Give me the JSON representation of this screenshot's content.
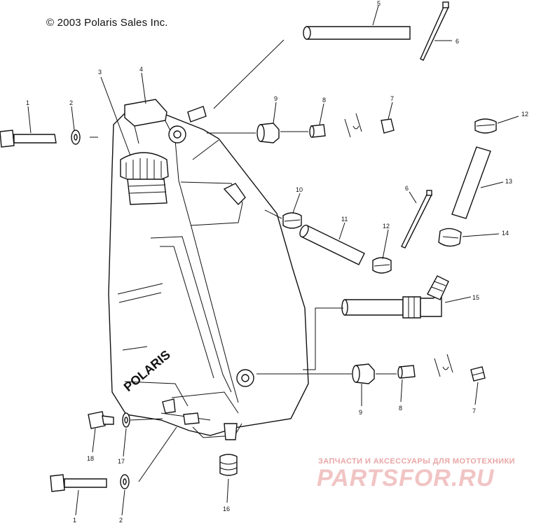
{
  "diagram": {
    "copyright": "© 2003 Polaris Sales Inc.",
    "tank_brand": "POLARIS",
    "callouts": {
      "c1a": "1",
      "c1b": "1",
      "c2a": "2",
      "c2b": "2",
      "c3": "3",
      "c4": "4",
      "c5": "5",
      "c6a": "6",
      "c6b": "6",
      "c7a": "7",
      "c7b": "7",
      "c8a": "8",
      "c8b": "8",
      "c9a": "9",
      "c9b": "9",
      "c10": "10",
      "c11": "11",
      "c12a": "12",
      "c12b": "12",
      "c13": "13",
      "c14": "14",
      "c15": "15",
      "c16": "16",
      "c17": "17",
      "c18": "18"
    }
  },
  "watermark": {
    "tagline": "ЗАПЧАСТИ И АКСЕССУАРЫ ДЛЯ МОТОТЕХНИКИ",
    "logo": "PARTSFOR.RU"
  },
  "colors": {
    "ink": "#111111",
    "watermark": "#e8a7a7"
  }
}
